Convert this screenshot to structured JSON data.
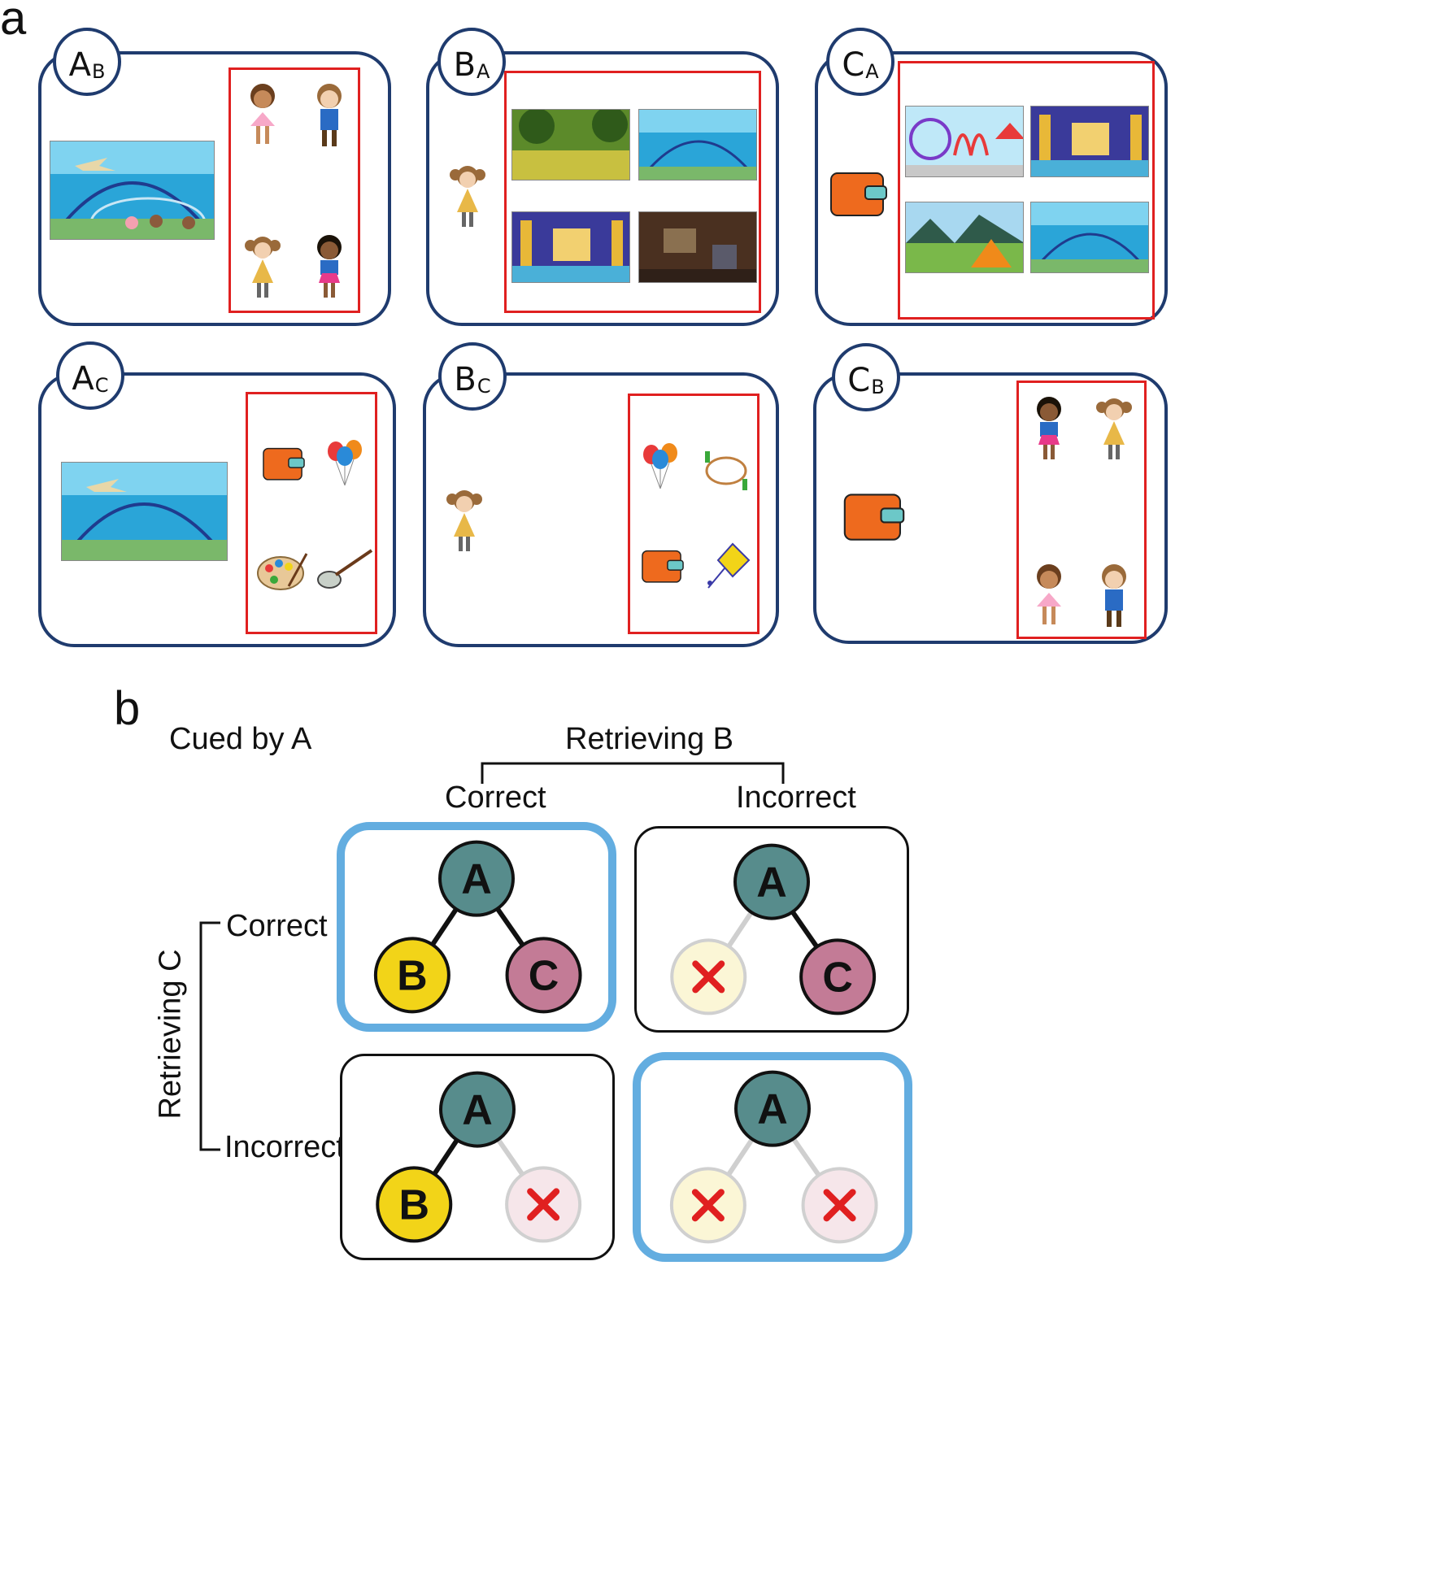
{
  "panel_a": {
    "letter": "a",
    "trials": [
      {
        "cue": "A",
        "target": "B",
        "cue_image": "aquarium-tunnel-scene",
        "choice_type": "people"
      },
      {
        "cue": "B",
        "target": "A",
        "cue_image": "girl-pigtails",
        "choice_type": "scenes"
      },
      {
        "cue": "C",
        "target": "A",
        "cue_image": "orange-wallet",
        "choice_type": "scenes"
      },
      {
        "cue": "A",
        "target": "C",
        "cue_image": "aquarium-tunnel-scene",
        "choice_type": "objects"
      },
      {
        "cue": "B",
        "target": "C",
        "cue_image": "girl-pigtails",
        "choice_type": "objects"
      },
      {
        "cue": "C",
        "target": "B",
        "cue_image": "orange-wallet",
        "choice_type": "people"
      }
    ]
  },
  "panel_b": {
    "letter": "b",
    "cue_label": "Cued by A",
    "column_header": "Retrieving B",
    "row_header": "Retrieving C",
    "col_labels": [
      "Correct",
      "Incorrect"
    ],
    "row_labels": [
      "Correct",
      "Incorrect"
    ],
    "node_labels": {
      "a": "A",
      "b": "B",
      "c": "C"
    },
    "colors": {
      "highlight_border": "#63ade0",
      "node_a": "#578c8c",
      "node_b": "#f2d418",
      "node_c": "#c37b96",
      "faded_b": "#fbf6d6",
      "faded_c": "#f6e6ea",
      "x_mark": "#e02020"
    },
    "cells": [
      {
        "b_correct": true,
        "c_correct": true,
        "highlight": true
      },
      {
        "b_correct": false,
        "c_correct": true,
        "highlight": false
      },
      {
        "b_correct": true,
        "c_correct": false,
        "highlight": false
      },
      {
        "b_correct": false,
        "c_correct": false,
        "highlight": true
      }
    ]
  }
}
